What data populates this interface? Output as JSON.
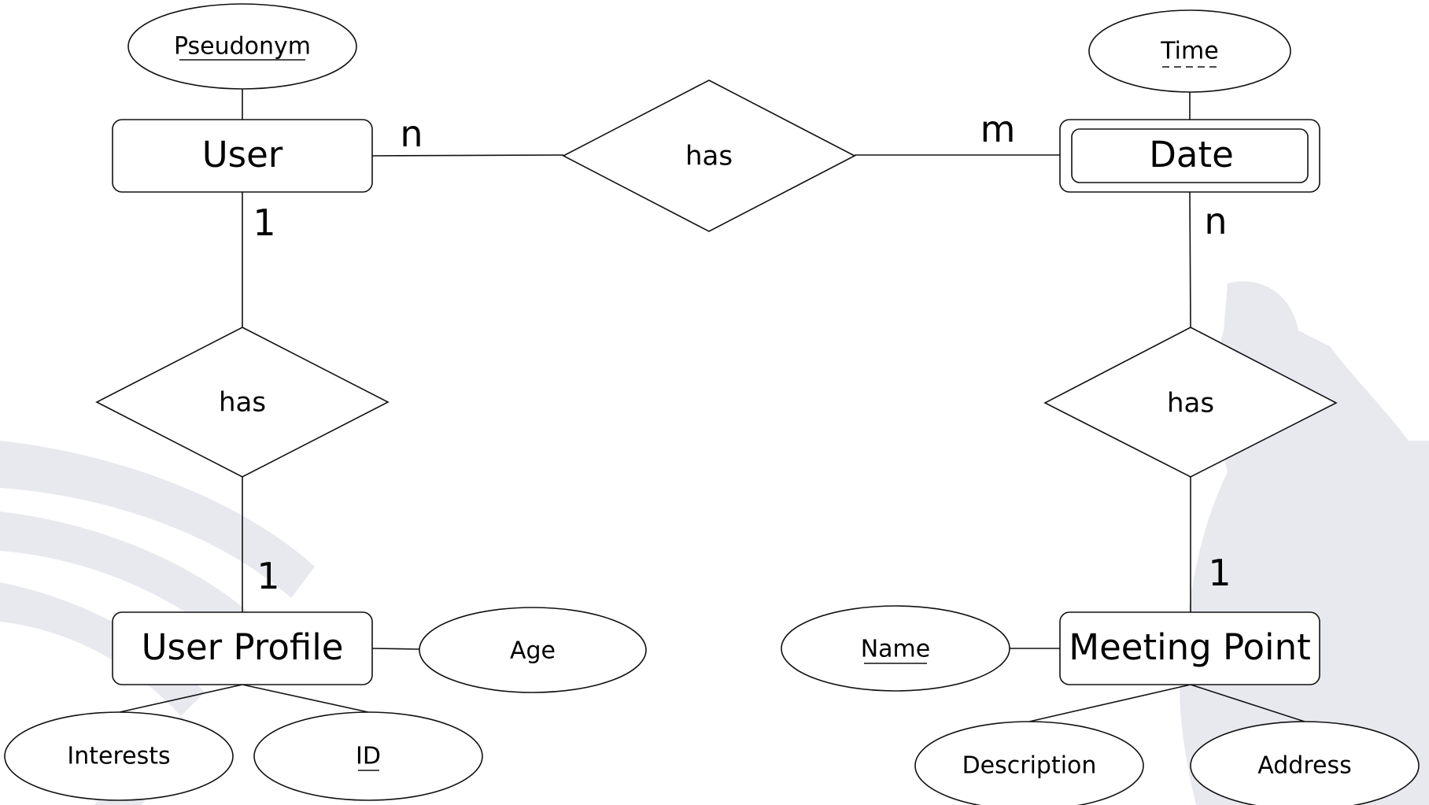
{
  "diagram": {
    "entities": {
      "user": "User",
      "user_profile": "User Profile",
      "date": "Date",
      "meeting_point": "Meeting Point"
    },
    "relationships": {
      "user_date": "has",
      "user_profile": "has",
      "date_meeting": "has"
    },
    "attributes": {
      "pseudonym": "Pseudonym",
      "time": "Time",
      "age": "Age",
      "interests": "Interests",
      "id": "ID",
      "name": "Name",
      "description": "Description",
      "address": "Address"
    },
    "cardinalities": {
      "user_has_date_user": "n",
      "user_has_date_date": "m",
      "user_profile_user": "1",
      "user_profile_profile": "1",
      "date_meeting_date": "n",
      "date_meeting_point": "1"
    }
  }
}
